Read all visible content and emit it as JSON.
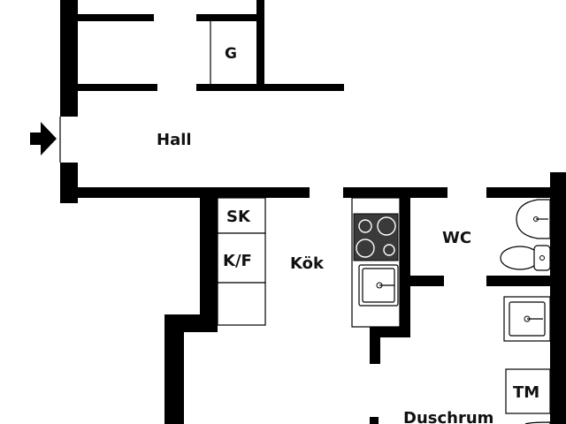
{
  "rooms": {
    "hall": "Hall",
    "kok": "Kök",
    "wc": "WC",
    "duschrum": "Duschrum"
  },
  "fixtures": {
    "g": "G",
    "sk": "SK",
    "kf": "K/F",
    "tm": "TM"
  },
  "colors": {
    "wall": "#000000",
    "background": "#ffffff",
    "stove": "#3a3a3a"
  },
  "icons": {
    "entrance": "arrow-right-icon"
  }
}
